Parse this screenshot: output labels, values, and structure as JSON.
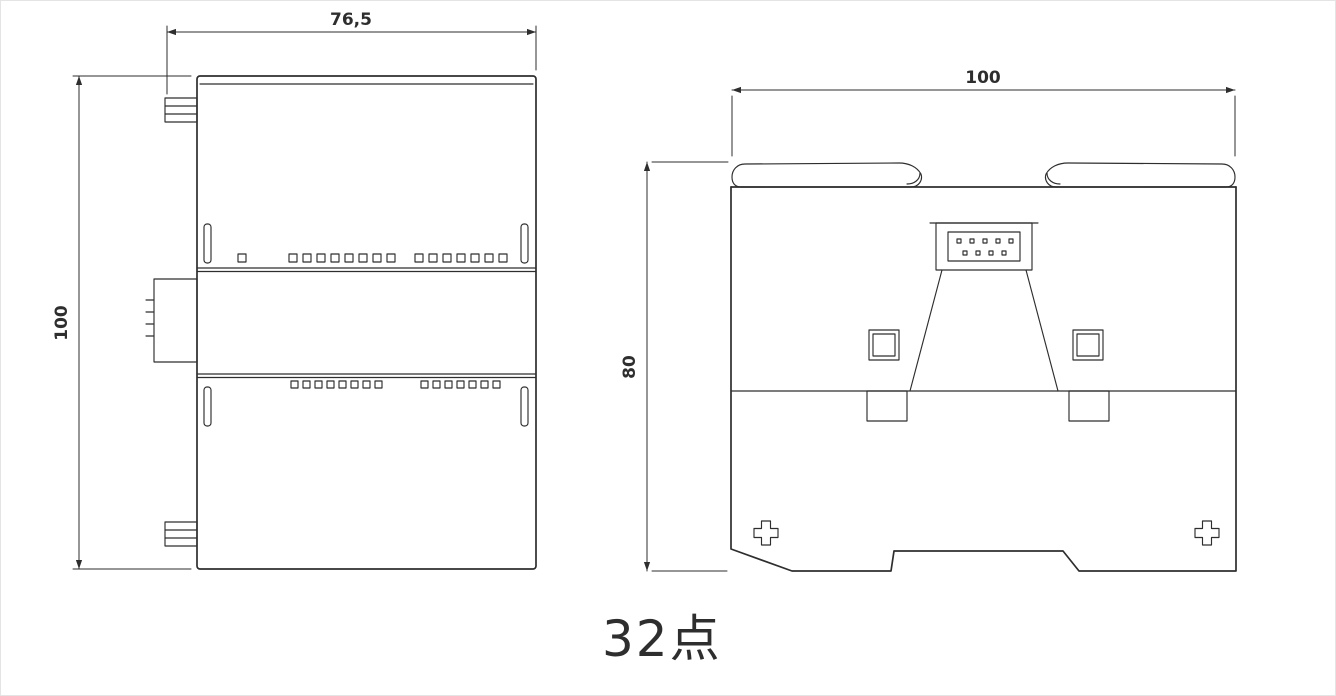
{
  "figure": {
    "caption": "32点"
  },
  "side_view": {
    "width_dim": "76,5",
    "height_dim": "100"
  },
  "rear_view": {
    "width_dim": "100",
    "height_dim": "80"
  },
  "colors": {
    "line": "#2e2e2e",
    "background": "#ffffff"
  }
}
